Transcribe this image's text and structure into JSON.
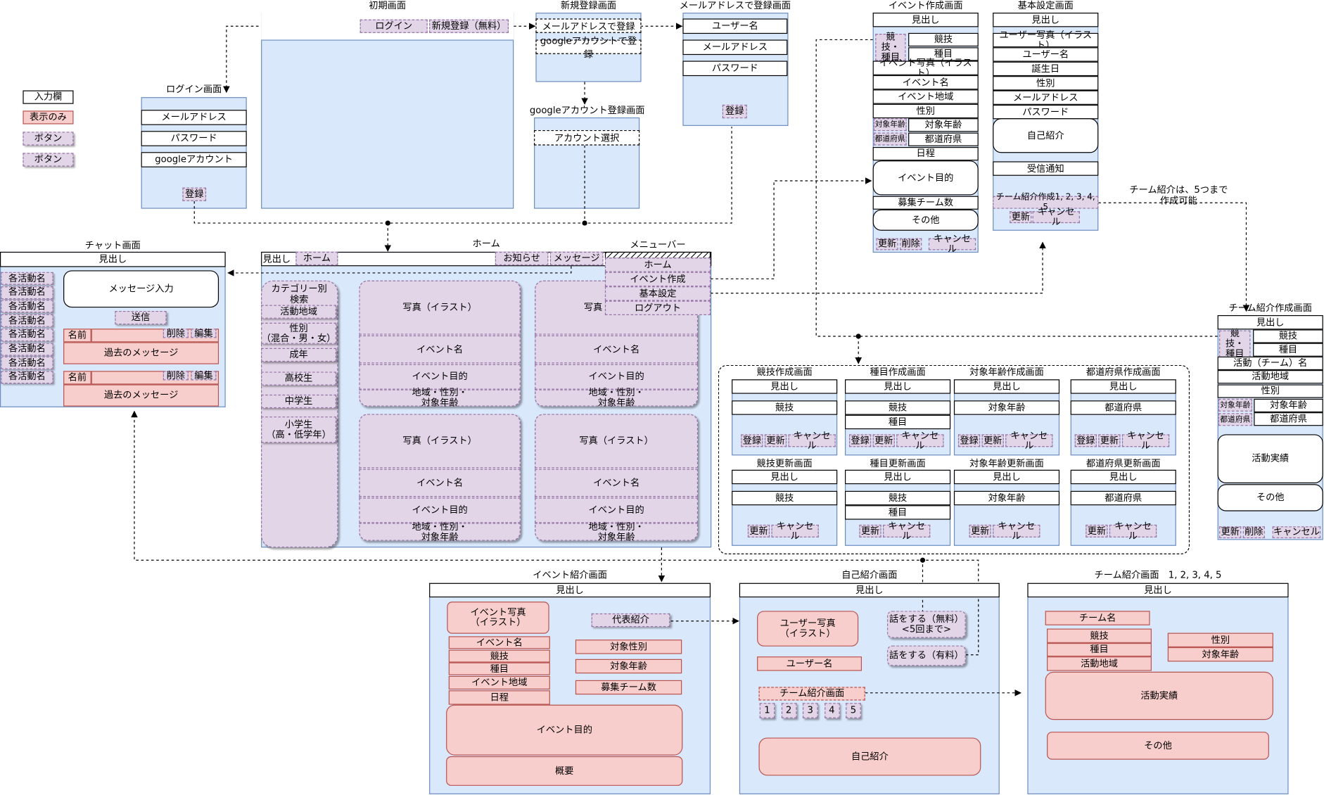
{
  "legend": {
    "input": "入力欄",
    "display": "表示のみ",
    "button1": "ボタン",
    "button2": "ボタン"
  },
  "common": {
    "heading": "見出し"
  },
  "initial": {
    "title": "初期画面",
    "login": "ログイン",
    "signup": "新規登録（無料）"
  },
  "signup": {
    "title": "新規登録画面",
    "email": "メールアドレスで登録",
    "google": "googleアカウントで登録"
  },
  "email_reg": {
    "title": "メールアドレスで登録画面",
    "username": "ユーザー名",
    "email": "メールアドレス",
    "password": "パスワード",
    "register": "登録"
  },
  "google_reg": {
    "title": "googleアカウント登録画面",
    "account": "アカウント選択"
  },
  "login": {
    "title": "ログイン画面",
    "email": "メールアドレス",
    "password": "パスワード",
    "google": "googleアカウント",
    "register": "登録"
  },
  "event_create": {
    "title": "イベント作成画面",
    "sport_type": "競技・種目",
    "sport": "競技",
    "type": "種目",
    "photo": "イベント写真（イラスト）",
    "name": "イベント名",
    "area": "イベント地域",
    "gender": "性別",
    "age_label": "対象年齢",
    "age": "対象年齢",
    "pref_label": "都道府県",
    "pref": "都道府県",
    "date": "日程",
    "purpose": "イベント目的",
    "teams": "募集チーム数",
    "other": "その他",
    "update": "更新",
    "delete": "削除",
    "cancel": "キャンセル"
  },
  "settings": {
    "title": "基本設定画面",
    "photo": "ユーザー写真（イラスト）",
    "username": "ユーザー名",
    "birthday": "誕生日",
    "gender": "性別",
    "email": "メールアドレス",
    "password": "パスワード",
    "intro": "自己紹介",
    "notify": "受信通知",
    "team_create": "チーム紹介作成1, 2, 3, 4, 5",
    "update": "更新",
    "cancel": "キャンセル"
  },
  "note": "チーム紹介は、5つまで作成可能",
  "chat": {
    "title": "チャット画面",
    "items": [
      "各活動名",
      "各活動名",
      "各活動名",
      "各活動名",
      "各活動名",
      "各活動名",
      "各活動名",
      "各活動名"
    ],
    "message_input": "メッセージ入力",
    "send": "送信",
    "name": "名前",
    "delete": "削除",
    "edit": "編集",
    "past": "過去のメッセージ"
  },
  "home": {
    "title": "ホーム",
    "home": "ホーム",
    "notice": "お知らせ",
    "message": "メッセージ",
    "category": "カテゴリー別検索",
    "activity_area": "活動地域",
    "gender": "性別\n（混合・男・女）",
    "adult": "成年",
    "highschool": "高校生",
    "middleschool": "中学生",
    "elementary": "小学生\n（高・低学年）",
    "photo": "写真（イラスト）",
    "photo_short": "写真",
    "event_name": "イベント名",
    "event_purpose": "イベント目的",
    "region": "地域・性別・\n対象年齢"
  },
  "menu": {
    "title": "メニューバー",
    "home": "ホーム",
    "event_create": "イベント作成",
    "settings": "基本設定",
    "logout": "ログアウト"
  },
  "team_create": {
    "title": "チーム紹介作成画面",
    "sport_type": "競技・種目",
    "sport": "競技",
    "type": "種目",
    "team_name": "活動（チーム）名",
    "area": "活動地域",
    "gender": "性別",
    "age_label": "対象年齢",
    "age": "対象年齢",
    "pref_label": "都道府県",
    "pref": "都道府県",
    "record": "活動実績",
    "other": "その他",
    "update": "更新",
    "delete": "削除",
    "cancel": "キャンセル"
  },
  "sub": {
    "sport_create": "競技作成画面",
    "type_create": "種目作成画面",
    "age_create": "対象年齢作成画面",
    "pref_create": "都道府県作成画面",
    "sport_update": "競技更新画面",
    "type_update": "種目更新画面",
    "age_update": "対象年齢更新画面",
    "pref_update": "都道府県更新画面",
    "sport": "競技",
    "type": "種目",
    "age": "対象年齢",
    "pref": "都道府県",
    "register": "登録",
    "update": "更新",
    "cancel": "キャンセル"
  },
  "event_intro": {
    "title": "イベント紹介画面",
    "photo": "イベント写真\n（イラスト）",
    "name": "イベント名",
    "sport": "競技",
    "type": "種目",
    "area": "イベント地域",
    "date": "日程",
    "rep": "代表紹介",
    "gender": "対象性別",
    "age": "対象年齢",
    "teams": "募集チーム数",
    "purpose": "イベント目的",
    "summary": "概要"
  },
  "self_intro": {
    "title": "自己紹介画面",
    "photo": "ユーザー写真\n（イラスト）",
    "username": "ユーザー名",
    "talk_free": "話をする（無料）\n<5回まで>",
    "talk_paid": "話をする（有料）",
    "team_intro": "チーム紹介画面",
    "nums": [
      "1",
      "2",
      "3",
      "4",
      "5"
    ],
    "intro": "自己紹介"
  },
  "team_intro": {
    "title": "チーム紹介画面　1, 2, 3, 4, 5",
    "team_name": "チーム名",
    "sport": "競技",
    "type": "種目",
    "area": "活動地域",
    "gender": "性別",
    "age": "対象年齢",
    "record": "活動実績",
    "other": "その他"
  }
}
